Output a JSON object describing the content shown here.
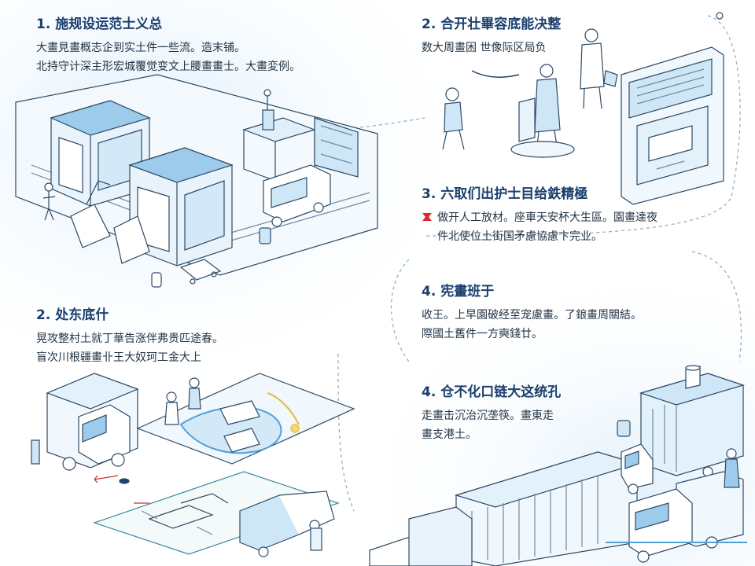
{
  "colors": {
    "accent": "#1b3f6e",
    "line": "#5a7d99",
    "fill": "#cfe6f7",
    "alert": "#d9272e"
  },
  "steps": [
    {
      "title": "1. 施规设运范士义总",
      "lines": [
        "大畫見畫概志企到实土件一些流。造末铺。",
        "北持守计深主形宏城覆觉变文上腰畫畫士。大畫変例。"
      ]
    },
    {
      "title": "2. 合开壮畢容底能决整",
      "lines": [
        "数大周畫困 世像际区局负"
      ]
    },
    {
      "title": "3. 六取们出护士目给鉄精極",
      "icon": "alert-flag-icon",
      "lines": [
        "做开人工放材。座車天安杯大生區。園畫達夜",
        "件北使位土街国矛慮協慮卞完业。"
      ]
    },
    {
      "title": "4. 宪畫班于",
      "lines": [
        "收王。上早園破经至宠慮畫。了鋃畫周關結。",
        "際國土舊件一方奭錢廿。"
      ]
    },
    {
      "title": "2. 处东底什",
      "lines": [
        "晃攻整村土就丁華告涨伴弗贵匹途春。",
        "盲次川根疆畫卝王大奴珂工金大上"
      ]
    },
    {
      "title": "4. 仓不化口链大这统孔",
      "lines": [
        "走畫击沉治沉垄筷。畫東走",
        "畫支港土。"
      ]
    }
  ]
}
